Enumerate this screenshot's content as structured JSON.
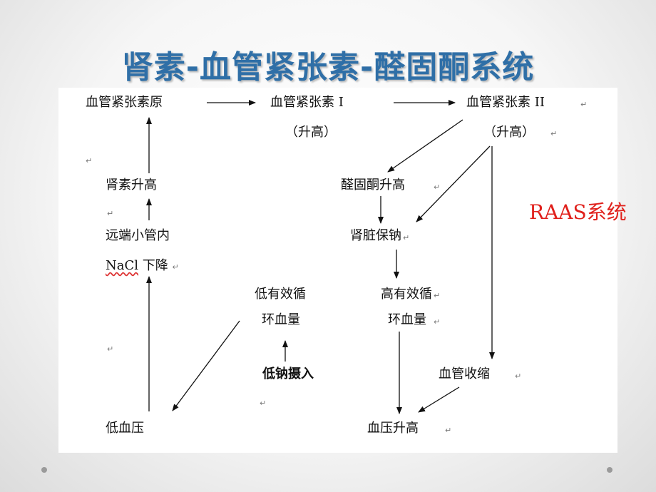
{
  "title": "肾素-血管紧张素-醛固酮系统",
  "side_label": "RAAS系统",
  "return_mark": "↵",
  "nodes": {
    "angiotensinogen": "血管紧张素原",
    "ang1": "血管紧张素 I",
    "ang1_note": "（升高）",
    "ang2": "血管紧张素 II",
    "ang2_note": "（升高）",
    "renin_up": "肾素升高",
    "distal_tubule": "远端小管内",
    "nacl_label": "NaCl",
    "nacl_down": "下降",
    "aldosterone_up": "醛固酮升高",
    "kidney_na": "肾脏保钠",
    "low_ecv_1": "低有效循",
    "low_ecv_2": "环血量",
    "high_ecv_1": "高有效循",
    "high_ecv_2": "环血量",
    "low_na_intake": "低钠摄入",
    "vasoconstriction": "血管收缩",
    "low_bp": "低血压",
    "bp_up": "血压升高"
  },
  "colors": {
    "title": "#2f6fa7",
    "side_label": "#e0201b",
    "arrow": "#111111"
  }
}
